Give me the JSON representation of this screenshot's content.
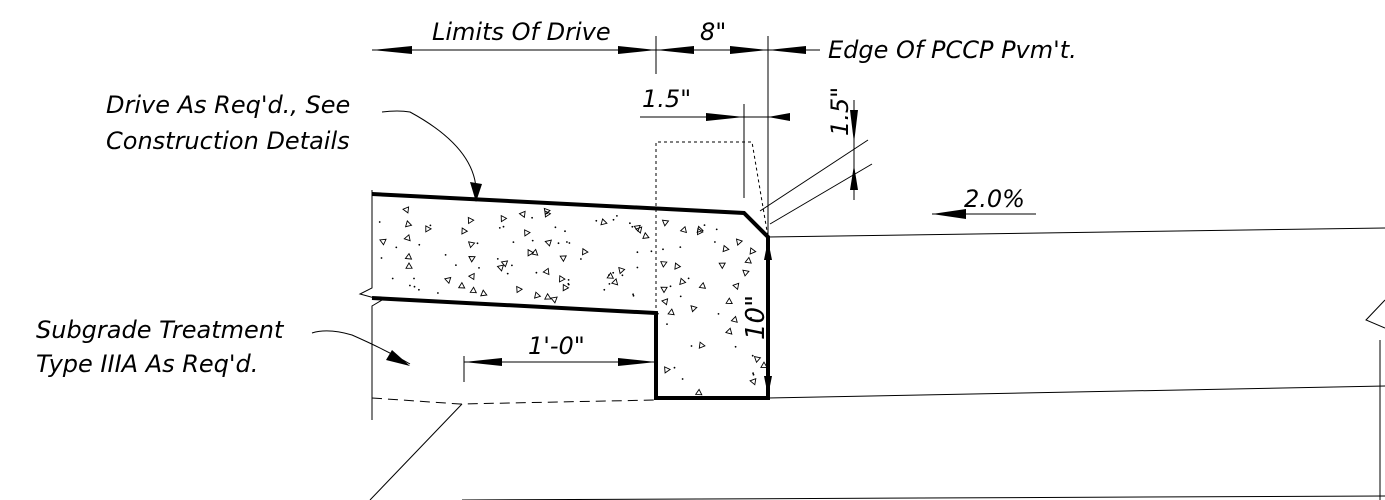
{
  "labels": {
    "limits_of_drive": "Limits Of Drive",
    "dim_8in": "8\"",
    "edge_of_pccp": "Edge Of PCCP Pvm't.",
    "drive_note_line1": "Drive As Req'd., See",
    "drive_note_line2": "Construction Details",
    "dim_1_5in_horizontal": "1.5\"",
    "dim_1_5in_vertical": "1.5\"",
    "slope": "2.0%",
    "subgrade_line1": "Subgrade Treatment",
    "subgrade_line2": "Type IIIA As Req'd.",
    "dim_1ft": "1'-0\"",
    "dim_10in": "10\""
  }
}
